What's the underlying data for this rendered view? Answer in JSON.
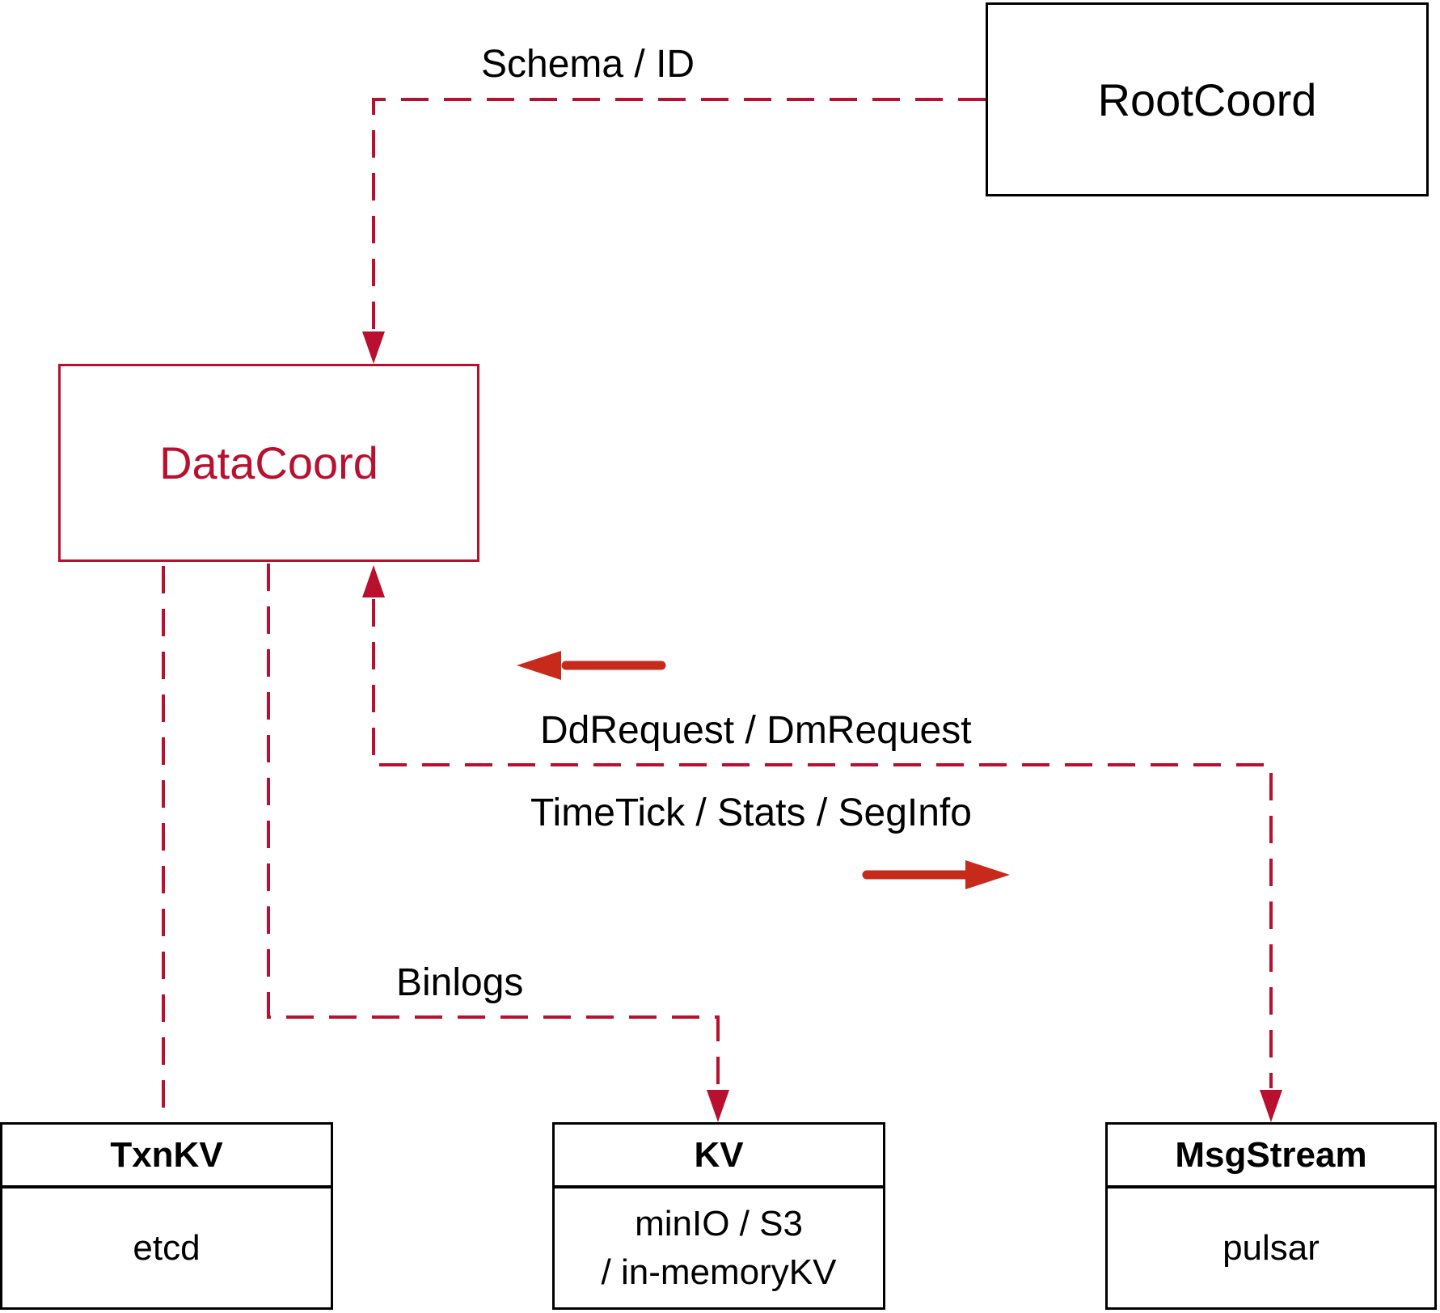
{
  "diagram": {
    "nodes": {
      "rootcoord": {
        "title": "RootCoord"
      },
      "datacoord": {
        "title": "DataCoord"
      },
      "txnkv": {
        "title": "TxnKV",
        "subtitle": "etcd"
      },
      "kv": {
        "title": "KV",
        "subtitle_line1": "minIO / S3",
        "subtitle_line2": "/ in-memoryKV"
      },
      "msgstream": {
        "title": "MsgStream",
        "subtitle": "pulsar"
      }
    },
    "edge_labels": {
      "schema_id": "Schema / ID",
      "dd_dm_request": "DdRequest / DmRequest",
      "timetick_stats_seginfo": "TimeTick / Stats / SegInfo",
      "binlogs": "Binlogs"
    },
    "colors": {
      "dashed_line": "#B8102E",
      "solid_arrow": "#C7291B",
      "black_border": "#000000",
      "datacoord_red": "#B8102E",
      "background": "#FFFFFF"
    }
  }
}
